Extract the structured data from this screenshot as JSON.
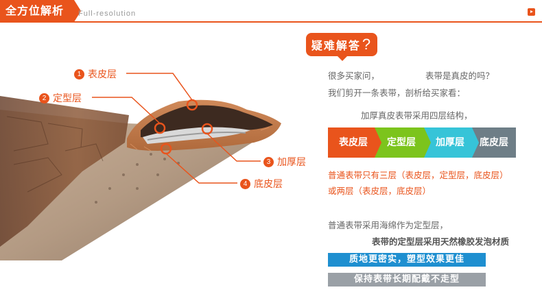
{
  "header": {
    "title": "全方位解析",
    "subtitle": "Full-resolution"
  },
  "photo": {
    "labels": [
      {
        "num": "1",
        "text": "表皮层"
      },
      {
        "num": "2",
        "text": "定型层"
      },
      {
        "num": "3",
        "text": "加厚层"
      },
      {
        "num": "4",
        "text": "底皮层"
      }
    ]
  },
  "qa": {
    "badge": "疑难解答",
    "q_mark": "?",
    "line1a": "很多买家问，",
    "line1b": "表带是真皮的吗？",
    "line2": "我们剪开一条表带，剖析给买家看：",
    "line3": "加厚真皮表带采用四层结构，",
    "layers": [
      "表皮层",
      "定型层",
      "加厚层",
      "底皮层"
    ],
    "ordinary1": "普通表带只有三层（表皮层，定型层，底皮层）",
    "ordinary2": "或两层（表皮层，底皮层）",
    "sponge": "普通表带采用海绵作为定型层，",
    "rubber": "表带的定型层采用天然橡胶发泡材质",
    "banner1": "质地更密实，塑型效果更佳",
    "banner2": "保持表带长期配戴不走型"
  },
  "colors": {
    "accent": "#e9541c",
    "green": "#7cc41c",
    "cyan": "#36c4d8",
    "slate": "#6e7e87",
    "blue": "#1e8fd0",
    "gray": "#9aa0a6"
  }
}
